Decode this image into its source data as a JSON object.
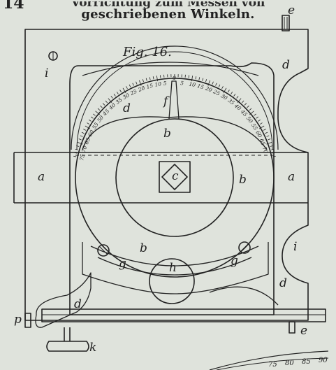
{
  "page": {
    "page_number": "14",
    "heading_cut": "Vorrichtung zum Messen von",
    "heading": "geschriebenen Winkeln."
  },
  "figure": {
    "title": "Fig. 16."
  },
  "labels": {
    "a_left": "a",
    "a_right": "a",
    "b_top": "b",
    "b_right": "b",
    "b_bottom": "b",
    "c": "c",
    "d_top_left": "d",
    "d_top_right": "d",
    "d_lower_right": "d",
    "d_bottom": "d",
    "e_top": "e",
    "e_bottom": "e",
    "f": "f",
    "g_left": "g",
    "g_right": "g",
    "h": "h",
    "i_top": "i",
    "i_right": "i",
    "k": "k",
    "p": "p"
  },
  "scale": {
    "left_ticks": [
      "5",
      "10",
      "15",
      "20",
      "25",
      "30",
      "35",
      "40",
      "45",
      "50",
      "55",
      "60",
      "65",
      "70",
      "75"
    ],
    "right_ticks": [
      "5",
      "10",
      "15",
      "20",
      "25",
      "30",
      "35",
      "40",
      "45",
      "50",
      "55",
      "60",
      "65",
      "70"
    ],
    "center": "0",
    "lower_ticks": [
      "75",
      "80",
      "85",
      "90"
    ]
  },
  "colors": {
    "paper": "#dfe3dc",
    "ink": "#222222"
  }
}
